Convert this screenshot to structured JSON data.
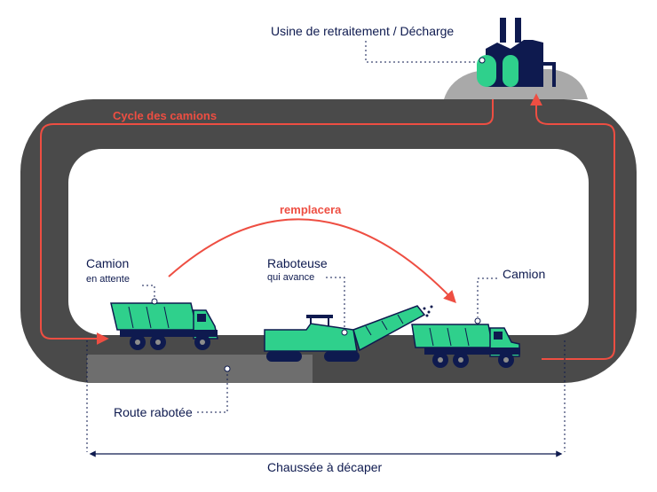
{
  "labels": {
    "plant": "Usine de retraitement / Décharge",
    "cycle": "Cycle des camions",
    "replace": "remplacera",
    "waiting_truck_title": "Camion",
    "waiting_truck_sub": "en attente",
    "milling_title": "Raboteuse",
    "milling_sub": "qui avance",
    "loading_truck": "Camion",
    "milled_road": "Route rabotée",
    "road_to_strip": "Chaussée à décaper"
  },
  "colors": {
    "road": "#4a4a4a",
    "milled": "#6e6e6e",
    "accent_green": "#2fd08c",
    "navy": "#0e1a4f",
    "red": "#ee4e42",
    "hill": "#a9a9a9"
  }
}
